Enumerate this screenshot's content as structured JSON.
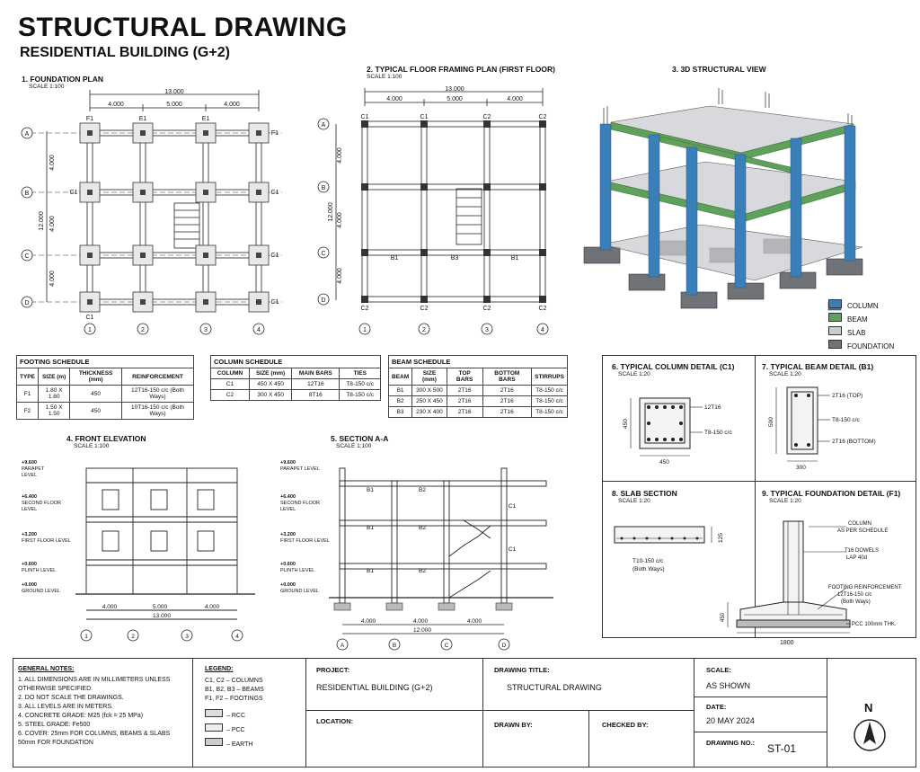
{
  "header": {
    "title": "STRUCTURAL DRAWING",
    "subtitle": "RESIDENTIAL BUILDING (G+2)"
  },
  "views": {
    "foundation": {
      "title": "1. FOUNDATION PLAN",
      "scale": "SCALE 1:100"
    },
    "framing": {
      "title": "2. TYPICAL FLOOR FRAMING PLAN (FIRST FLOOR)",
      "scale": "SCALE 1:100"
    },
    "view3d": {
      "title": "3. 3D STRUCTURAL VIEW"
    },
    "elevation": {
      "title": "4. FRONT ELEVATION",
      "scale": "SCALE 1:100"
    },
    "section": {
      "title": "5. SECTION A-A",
      "scale": "SCALE 1:100"
    },
    "col_detail": {
      "title": "6. TYPICAL COLUMN DETAIL (C1)",
      "scale": "SCALE 1:20"
    },
    "beam_detail": {
      "title": "7. TYPICAL BEAM DETAIL (B1)",
      "scale": "SCALE 1:20"
    },
    "slab_section": {
      "title": "8. SLAB SECTION",
      "scale": "SCALE 1:20"
    },
    "fdn_detail": {
      "title": "9. TYPICAL FOUNDATION DETAIL (F1)",
      "scale": "SCALE 1:20"
    }
  },
  "dims": {
    "total": "13.000",
    "span1": "4.000",
    "span2": "5.000",
    "span3": "4.000",
    "total_y": "12.000",
    "sec_total": "12.000"
  },
  "grid": {
    "rows": [
      "A",
      "B",
      "C",
      "D"
    ],
    "cols": [
      "1",
      "2",
      "3",
      "4"
    ]
  },
  "labels": {
    "c1": "C1",
    "c2": "C2",
    "f1": "F1",
    "e1": "E1",
    "b1": "B1",
    "b2": "B2",
    "b3": "B3"
  },
  "legend3d": [
    "COLUMN",
    "BEAM",
    "SLAB",
    "FOUNDATION"
  ],
  "footing_schedule": {
    "title": "FOOTING SCHEDULE",
    "headers": [
      "TYPE",
      "SIZE (m)",
      "THICKNESS (mm)",
      "REINFORCEMENT"
    ],
    "rows": [
      [
        "F1",
        "1.80 X 1.80",
        "450",
        "12T16-150 c/c (Both Ways)"
      ],
      [
        "F2",
        "1.50 X 1.50",
        "450",
        "10T16-150 c/c (Both Ways)"
      ]
    ]
  },
  "column_schedule": {
    "title": "COLUMN SCHEDULE",
    "headers": [
      "COLUMN",
      "SIZE (mm)",
      "MAIN BARS",
      "TIES"
    ],
    "rows": [
      [
        "C1",
        "450 X 450",
        "12T16",
        "T8-150 c/c"
      ],
      [
        "C2",
        "300 X 450",
        "8T16",
        "T8-150 c/c"
      ]
    ]
  },
  "beam_schedule": {
    "title": "BEAM SCHEDULE",
    "headers": [
      "BEAM",
      "SIZE (mm)",
      "TOP BARS",
      "BOTTOM BARS",
      "STIRRUPS"
    ],
    "rows": [
      [
        "B1",
        "300 X 500",
        "2T16",
        "2T16",
        "T8-150 c/c"
      ],
      [
        "B2",
        "250 X 450",
        "2T16",
        "2T16",
        "T8-150 c/c"
      ],
      [
        "B3",
        "230 X 400",
        "2T16",
        "2T16",
        "T8-150 c/c"
      ]
    ]
  },
  "levels": [
    {
      "value": "+9.600",
      "name": "PARAPET LEVEL"
    },
    {
      "value": "+6.400",
      "name": "SECOND FLOOR LEVEL"
    },
    {
      "value": "+3.200",
      "name": "FIRST FLOOR LEVEL"
    },
    {
      "value": "+0.600",
      "name": "PLINTH LEVEL"
    },
    {
      "value": "+0.000",
      "name": "GROUND LEVEL"
    }
  ],
  "col_detail": {
    "h": "450",
    "w": "450",
    "bars": "12T16",
    "ties": "T8-150 c/c"
  },
  "beam_detail": {
    "h": "500",
    "w": "300",
    "top": "2T16 (TOP)",
    "stir": "T8-150 c/c",
    "bot": "2T16 (BOTTOM)"
  },
  "slab_detail": {
    "bars": "T10-150 c/c",
    "ways": "(Both Ways)",
    "thk": "125"
  },
  "fdn_detail": {
    "col": "COLUMN",
    "col2": "AS PER SCHEDULE",
    "dowel": "T16 DOWELS",
    "lap": "LAP 40d",
    "fr": "FOOTING REINFORCEMENT",
    "fr2": "12T16-150 c/c",
    "fr3": "(Both Ways)",
    "pcc": "PCC 100mm THK.",
    "depth": "450",
    "width": "1800"
  },
  "notes": {
    "title": "GENERAL NOTES:",
    "items": [
      "1.  ALL DIMENSIONS ARE IN MILLIMETERS UNLESS",
      "     OTHERWISE SPECIFIED.",
      "2.  DO NOT SCALE THE DRAWINGS.",
      "3.  ALL LEVELS ARE IN METERS.",
      "4.  CONCRETE GRADE: M25 (fck = 25 MPa)",
      "5.  STEEL GRADE: Fe500",
      "6.  COVER: 25mm FOR COLUMNS, BEAMS & SLABS",
      "     50mm FOR FOUNDATION"
    ]
  },
  "legend": {
    "title": "LEGEND:",
    "items": [
      "C1, C2 – COLUMNS",
      "B1, B2, B3 – BEAMS",
      "F1, F2  – FOOTINGS"
    ],
    "hatch": [
      "– RCC",
      "– PCC",
      "– EARTH"
    ]
  },
  "titleblock": {
    "project_label": "PROJECT:",
    "project": "RESIDENTIAL BUILDING (G+2)",
    "location_label": "LOCATION:",
    "drawing_title_label": "DRAWING TITLE:",
    "drawing_title": "STRUCTURAL DRAWING",
    "drawn_label": "DRAWN BY:",
    "checked_label": "CHECKED BY:",
    "scale_label": "SCALE:",
    "scale": "AS SHOWN",
    "date_label": "DATE:",
    "date": "20 MAY 2024",
    "no_label": "DRAWING NO.:",
    "no": "ST-01",
    "north": "N"
  },
  "colors": {
    "column": "#3b7fb8",
    "beam": "#5fa05a",
    "slab": "#c9ccd0",
    "foundation": "#6f7276",
    "line": "#222222"
  }
}
